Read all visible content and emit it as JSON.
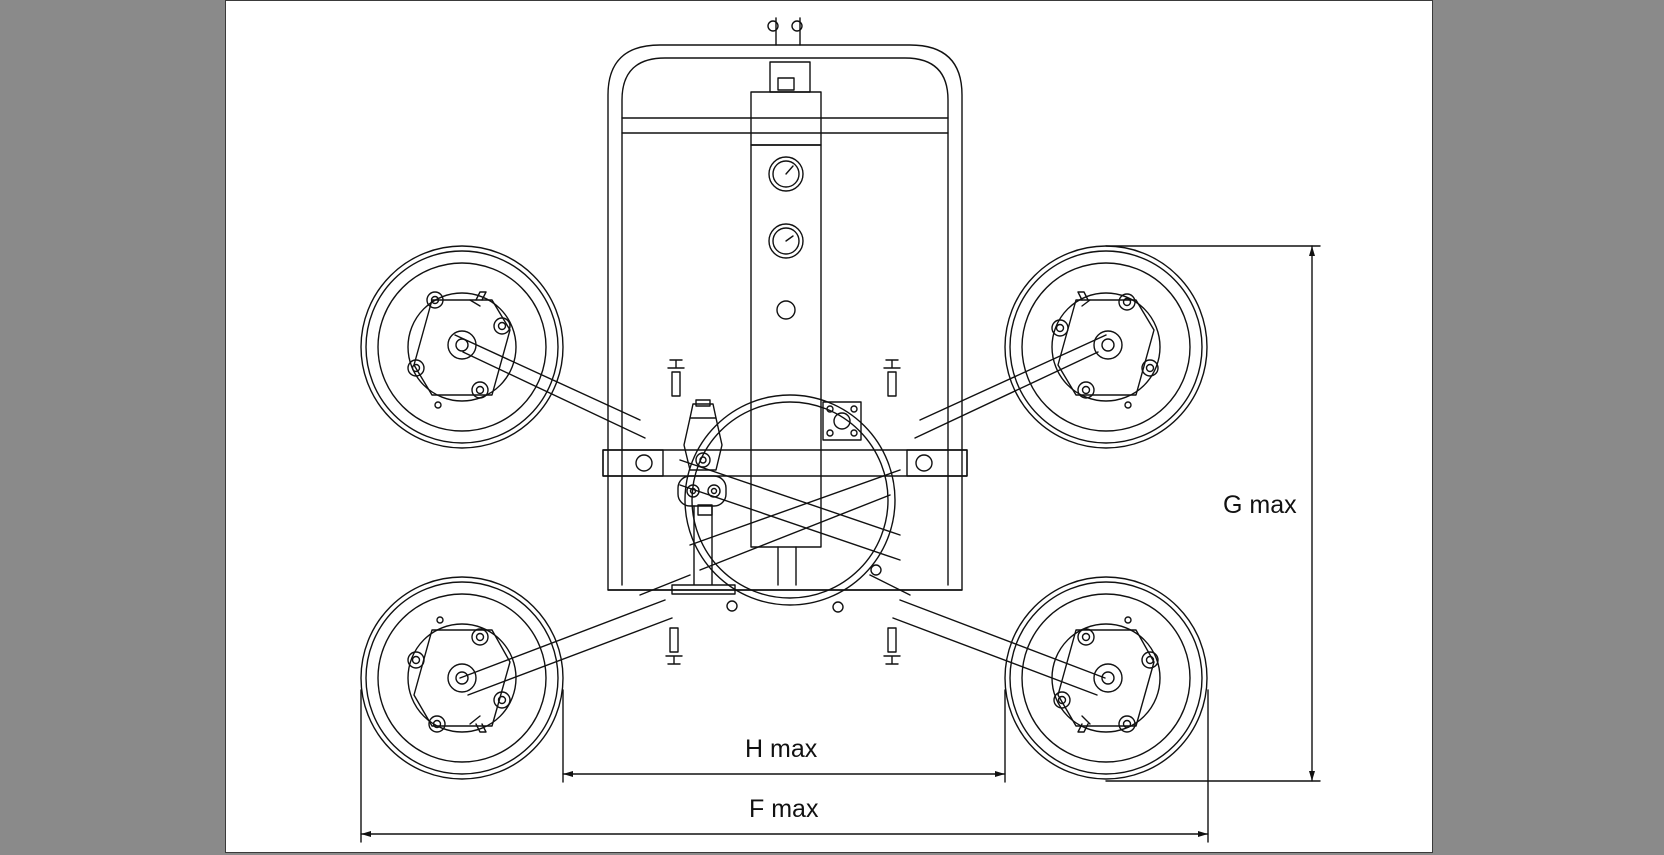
{
  "viewer": {
    "background_color": "#8a8a8a",
    "sheet_color": "#ffffff"
  },
  "drawing": {
    "stroke_color": "#111111",
    "dimensions": {
      "g_max": "G max",
      "h_max": "H max",
      "f_max": "F max"
    }
  }
}
